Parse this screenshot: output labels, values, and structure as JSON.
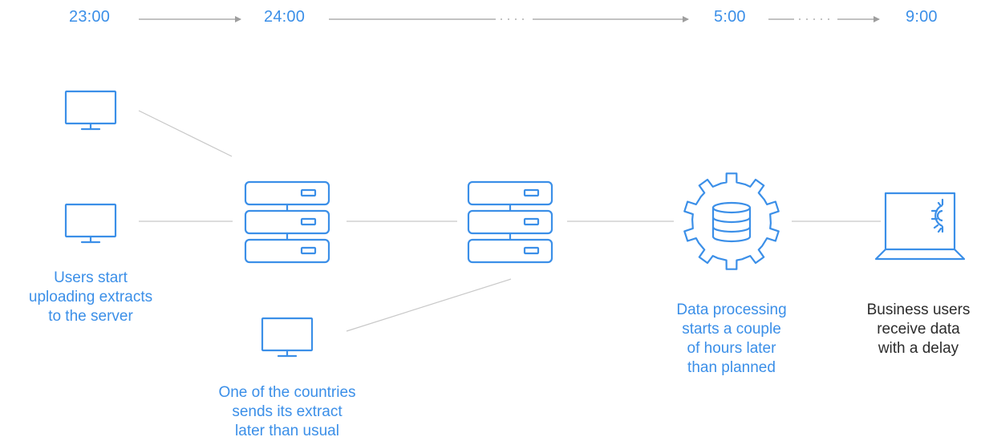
{
  "colors": {
    "accent": "#3b8fe8",
    "connector": "#c8c8c8",
    "timeline": "#9e9e9e",
    "dark_text": "#2c2c2c"
  },
  "timeline": {
    "t1": "23:00",
    "t2": "24:00",
    "t3": "5:00",
    "t4": "9:00"
  },
  "icons": {
    "monitor": "monitor-icon",
    "server": "server-stack-icon",
    "gear_database": "gear-database-icon",
    "laptop": "laptop-gear-icon"
  },
  "captions": {
    "users_upload": [
      "Users start",
      "uploading extracts",
      "to the server"
    ],
    "country_late": [
      "One of the countries",
      "sends its extract",
      "later than usual"
    ],
    "processing": [
      "Data processing",
      "starts a couple",
      "of hours later",
      "than planned"
    ],
    "business": [
      "Business users",
      "receive data",
      "with a delay"
    ]
  }
}
